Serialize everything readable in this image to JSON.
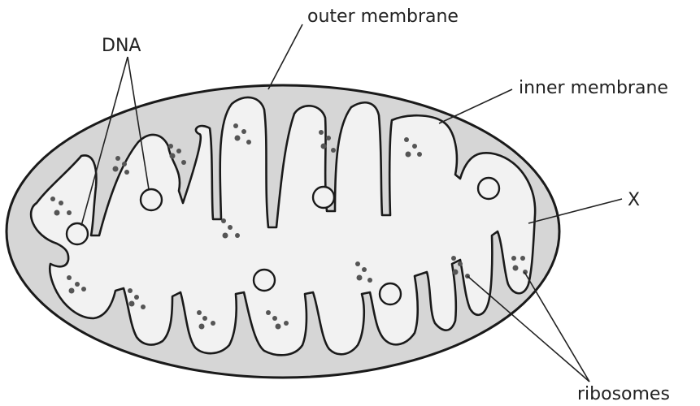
{
  "labels": {
    "outer_membrane": "outer membrane",
    "dna": "DNA",
    "inner_membrane": "inner membrane",
    "x": "X",
    "ribosomes": "ribosomes"
  },
  "colors": {
    "outer": "#d6d6d6",
    "matrix": "#f2f2f2",
    "stroke": "#1a1a1a",
    "dots": "#555555",
    "text": "#222222"
  }
}
